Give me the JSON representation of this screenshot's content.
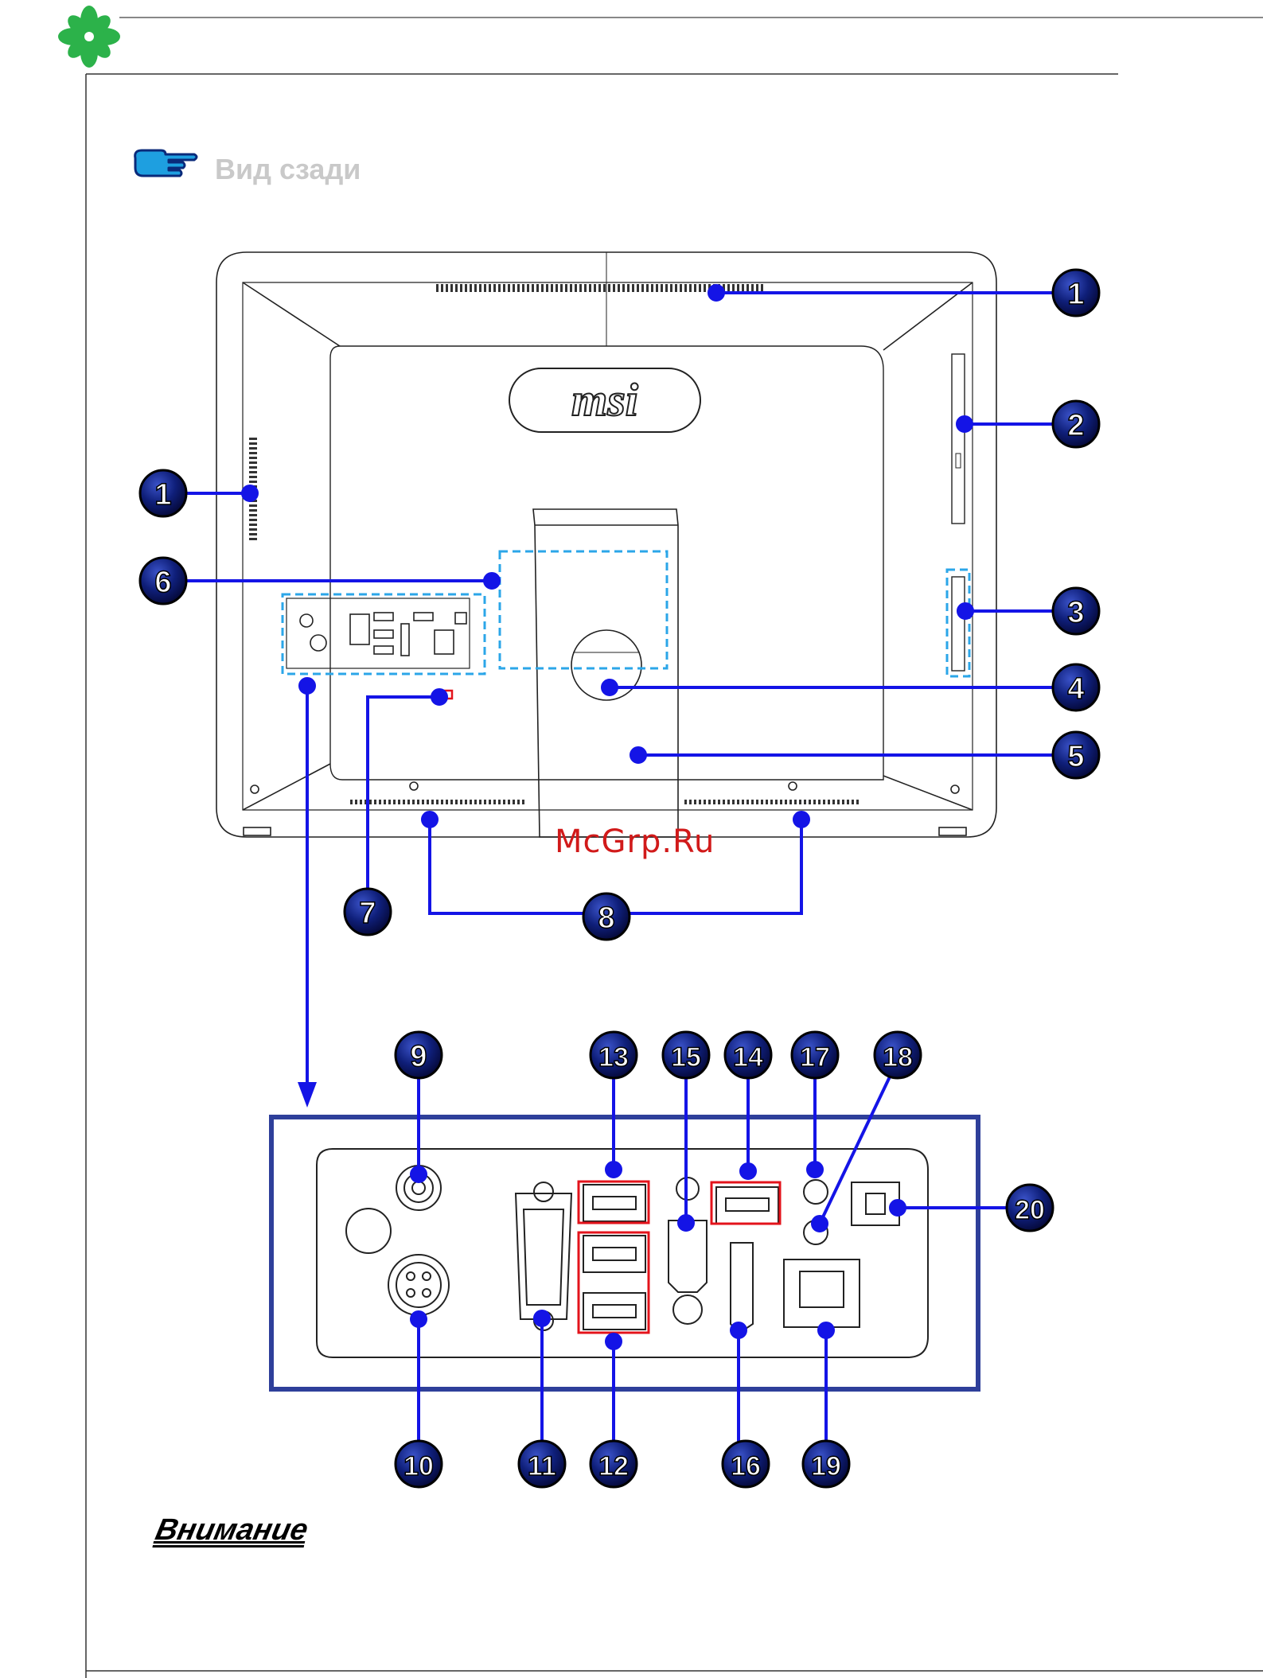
{
  "header": {
    "section_title": "Вид сзади",
    "logo_icon": "clover-icon",
    "pointer_icon": "pointing-hand-icon"
  },
  "watermark": "McGrp.Ru",
  "warning_label": "Внимание",
  "device_brand": "msi",
  "callouts": {
    "c1a": "1",
    "c1b": "1",
    "c2": "2",
    "c3": "3",
    "c4": "4",
    "c5": "5",
    "c6": "6",
    "c7": "7",
    "c8": "8",
    "c9": "9",
    "c10": "10",
    "c11": "11",
    "c12": "12",
    "c13": "13",
    "c14": "14",
    "c15": "15",
    "c16": "16",
    "c17": "17",
    "c18": "18",
    "c19": "19",
    "c20": "20"
  },
  "colors": {
    "callout_fill": "#0d1b6e",
    "leader_line": "#1414e6",
    "highlight": "#e3131b",
    "panel_border": "#2e3f9a",
    "dashed": "#2ba6e8",
    "logo_green": "#2cb24a"
  }
}
